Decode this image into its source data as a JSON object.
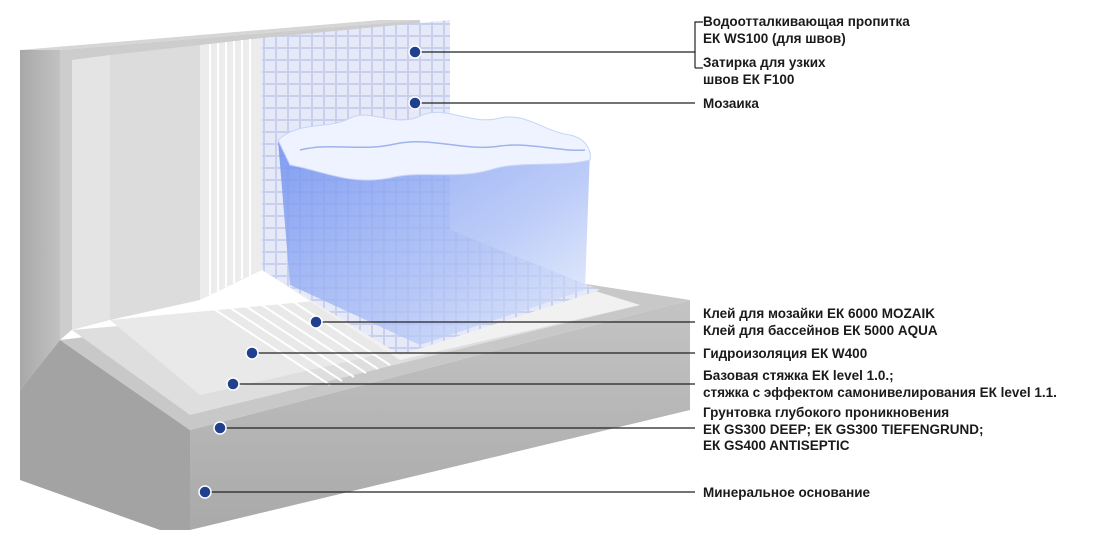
{
  "colors": {
    "marker": "#1f3f8f",
    "leader_line": "#222222",
    "concrete": "#b9b9b9",
    "mosaic_tile": "#dfe4f6",
    "water": "#8aa6f2"
  },
  "labels": [
    {
      "id": "impregnation",
      "lines": [
        "Водоотталкивающая пропитка",
        "ЕК WS100 (для швов)"
      ]
    },
    {
      "id": "grout",
      "lines": [
        "Затирка для узких",
        "швов ЕК F100"
      ]
    },
    {
      "id": "mosaic",
      "lines": [
        "Мозаика"
      ]
    },
    {
      "id": "adhesive",
      "lines": [
        "Клей для мозайки ЕК 6000 MOZAIK",
        "Клей для бассейнов ЕК 5000 AQUA"
      ]
    },
    {
      "id": "waterproofing",
      "lines": [
        "Гидроизоляция ЕК W400"
      ]
    },
    {
      "id": "screed",
      "lines": [
        "Базовая стяжка ЕК level 1.0.;",
        "стяжка с эффектом самонивелирования ЕК level 1.1."
      ]
    },
    {
      "id": "primer",
      "lines": [
        "Грунтовка глубокого проникновения",
        "ЕК GS300 DEEP; ЕК GS300 TIEFENGRUND;",
        "ЕК GS400 ANTISEPTIC"
      ]
    },
    {
      "id": "base",
      "lines": [
        "Минеральное основание"
      ]
    }
  ]
}
